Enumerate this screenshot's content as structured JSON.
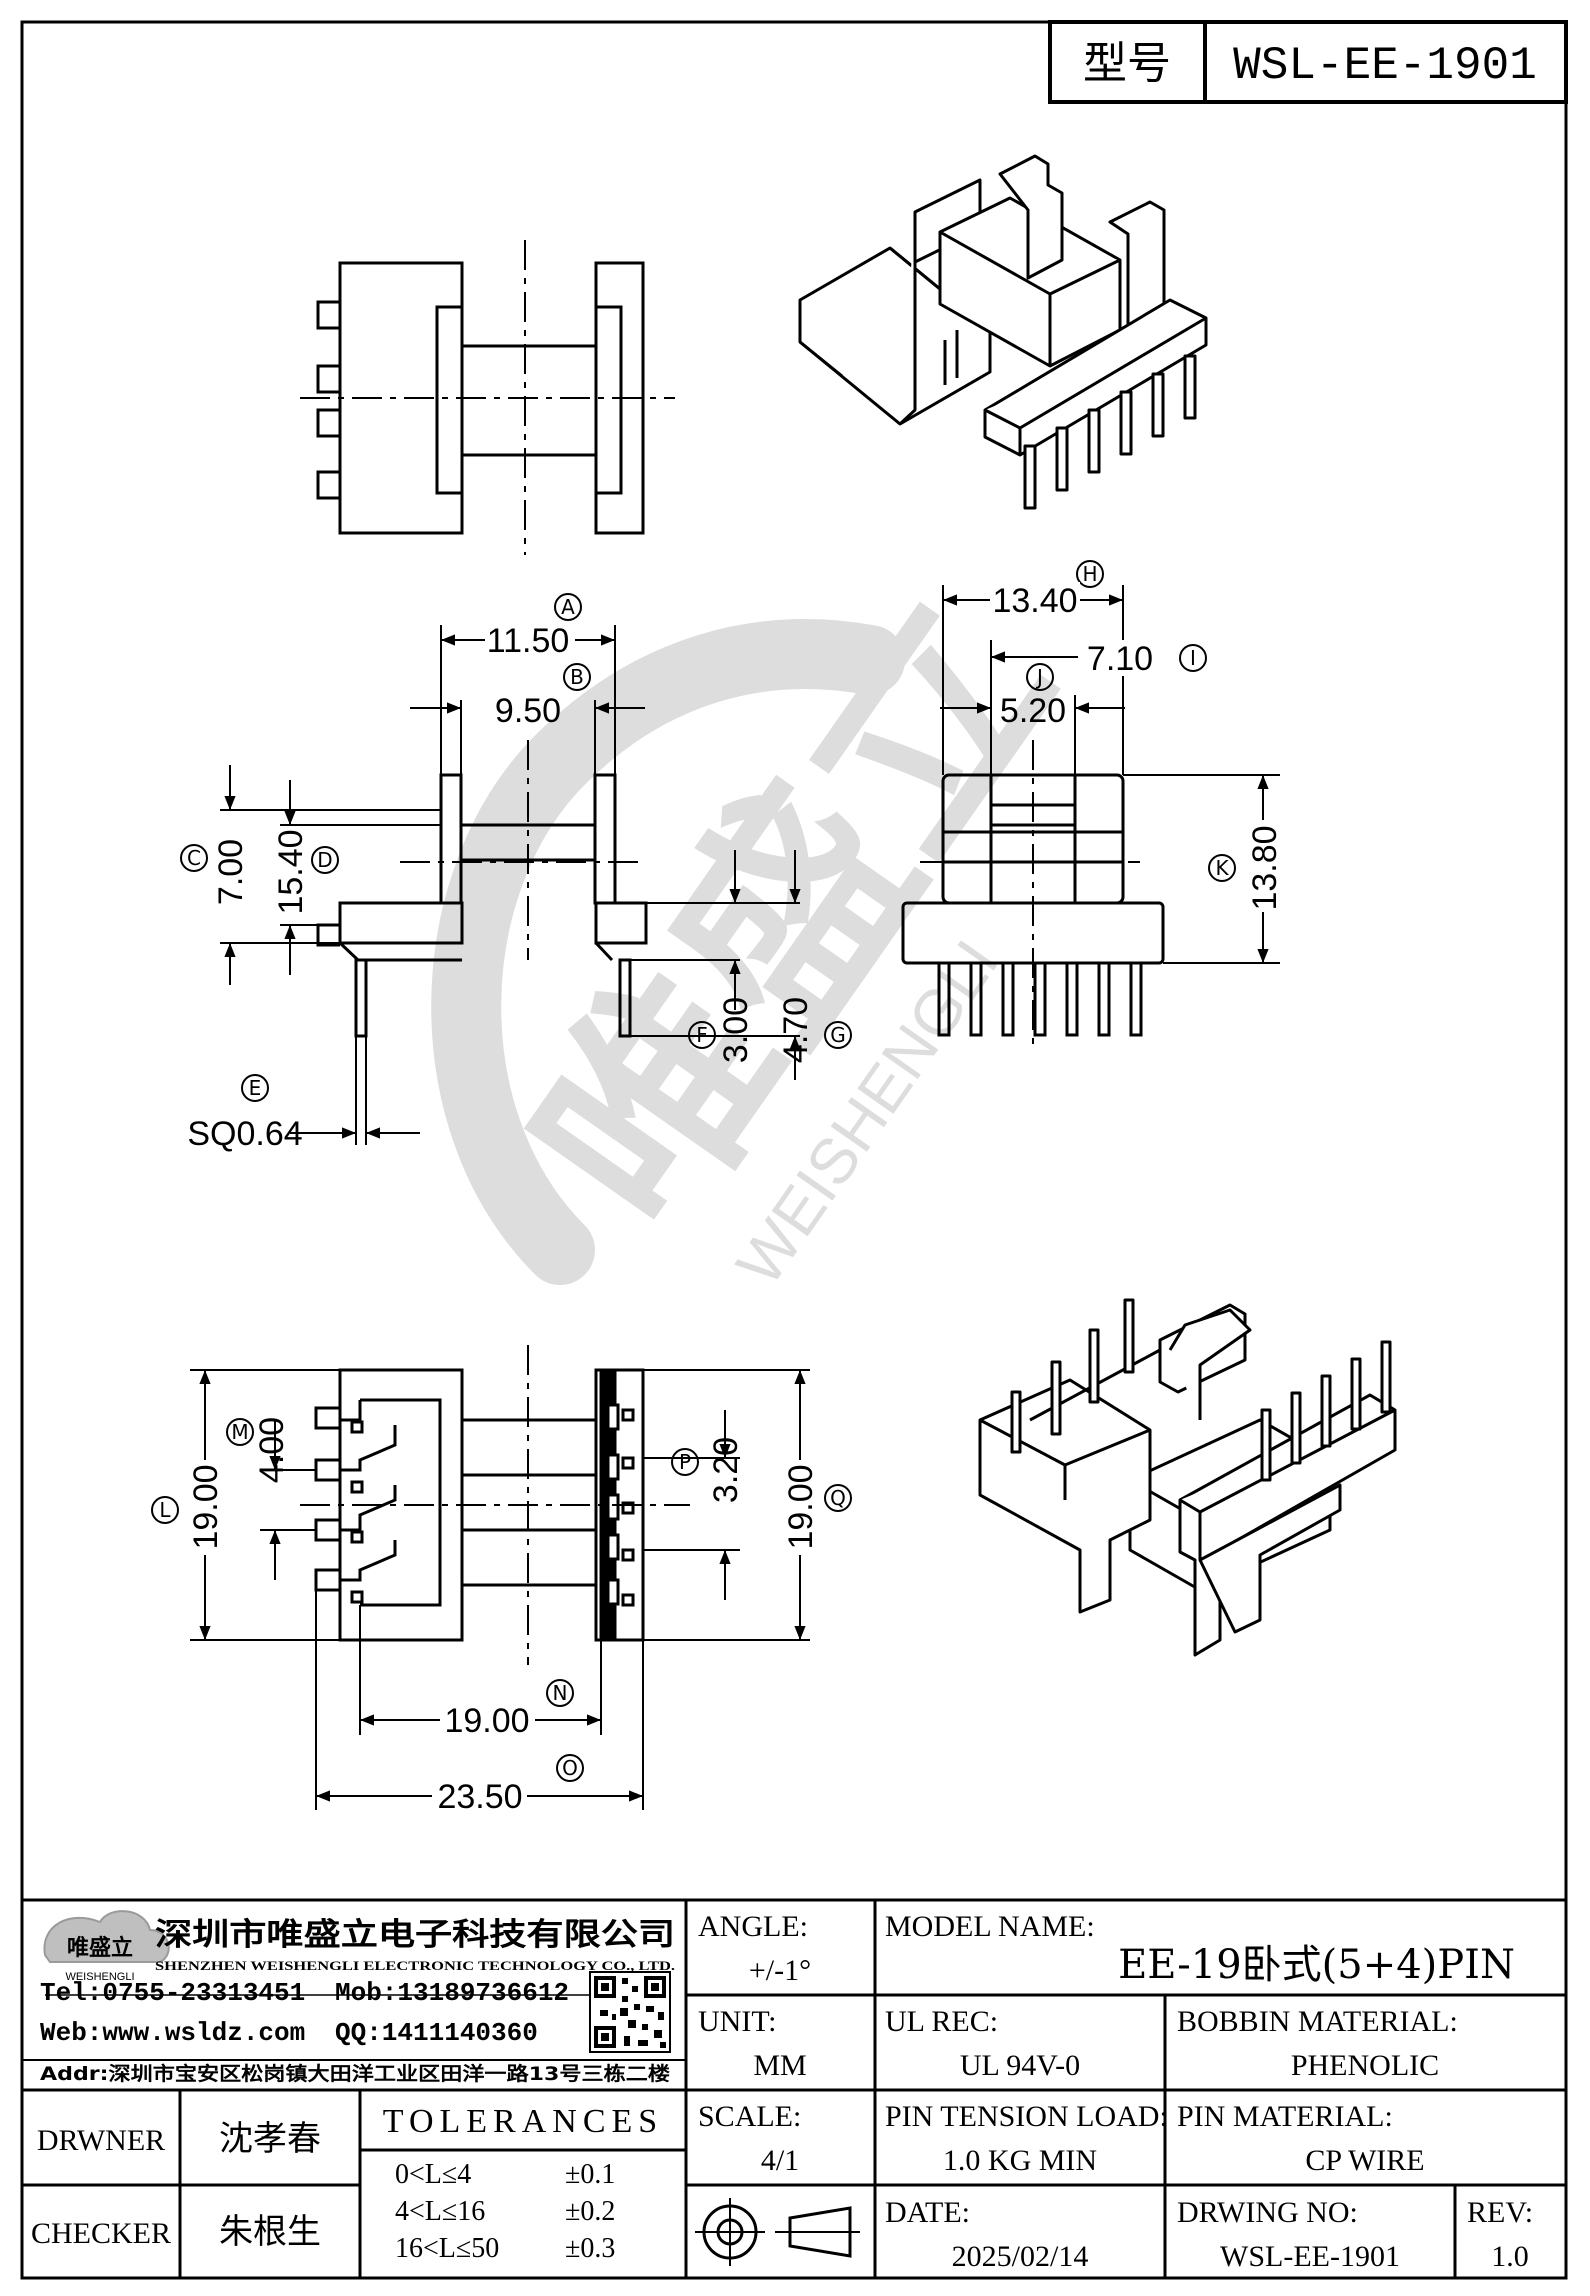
{
  "header": {
    "model_label": "型号",
    "model_value": "WSL-EE-1901"
  },
  "watermark": {
    "main": "唯盛立",
    "sub": "WEISHENGLI"
  },
  "dimensions": {
    "A": {
      "callout": "A",
      "value": "11.50"
    },
    "B": {
      "callout": "B",
      "value": "9.50"
    },
    "C": {
      "callout": "C",
      "value": "7.00"
    },
    "D": {
      "callout": "D",
      "value": "15.40"
    },
    "E": {
      "callout": "E",
      "value": "SQ0.64"
    },
    "F": {
      "callout": "F",
      "value": "3.00"
    },
    "G": {
      "callout": "G",
      "value": "4.70"
    },
    "H": {
      "callout": "H",
      "value": "13.40"
    },
    "I": {
      "callout": "I",
      "value": "7.10"
    },
    "J": {
      "callout": "J",
      "value": "5.20"
    },
    "K": {
      "callout": "K",
      "value": "13.80"
    },
    "L": {
      "callout": "L",
      "value": "19.00"
    },
    "M": {
      "callout": "M",
      "value": "4.00"
    },
    "N": {
      "callout": "N",
      "value": "19.00"
    },
    "O": {
      "callout": "O",
      "value": "23.50"
    },
    "P": {
      "callout": "P",
      "value": "3.20"
    },
    "Q": {
      "callout": "Q",
      "value": "19.00"
    }
  },
  "company": {
    "logo_text": "唯盛立",
    "logo_sub": "WEISHENGLI",
    "name_cn": "深圳市唯盛立电子科技有限公司",
    "name_en": "SHENZHEN WEISHENGLI ELECTRONIC TECHNOLOGY CO., LTD.",
    "tel": "Tel:0755-23313451",
    "mob": "Mob:13189736612",
    "web": "Web:www.wsldz.com",
    "qq": "QQ:1411140360",
    "addr": "Addr:深圳市宝安区松岗镇大田洋工业区田洋一路13号三栋二楼"
  },
  "title_block": {
    "angle_label": "ANGLE:",
    "angle_value": "+/-1°",
    "model_name_label": "MODEL NAME:",
    "model_name_value": "EE-19卧式(5+4)PIN",
    "unit_label": "UNIT:",
    "unit_value": "MM",
    "ul_rec_label": "UL REC:",
    "ul_rec_value": "UL 94V-0",
    "bobbin_material_label": "BOBBIN MATERIAL:",
    "bobbin_material_value": "PHENOLIC",
    "scale_label": "SCALE:",
    "scale_value": "4/1",
    "pin_tension_label": "PIN TENSION LOAD:",
    "pin_tension_value": "1.0 KG MIN",
    "pin_material_label": "PIN MATERIAL:",
    "pin_material_value": "CP WIRE",
    "date_label": "DATE:",
    "date_value": "2025/02/14",
    "drawing_no_label": "DRWING NO:",
    "drawing_no_value": "WSL-EE-1901",
    "rev_label": "REV:",
    "rev_value": "1.0",
    "drawer_label": "DRWNER",
    "drawer_value": "沈孝春",
    "checker_label": "CHECKER",
    "checker_value": "朱根生",
    "tolerances_title": "TOLERANCES",
    "tolerances": [
      {
        "range": "0<L≤4",
        "tol": "±0.1"
      },
      {
        "range": "4<L≤16",
        "tol": "±0.2"
      },
      {
        "range": "16<L≤50",
        "tol": "±0.3"
      }
    ]
  }
}
